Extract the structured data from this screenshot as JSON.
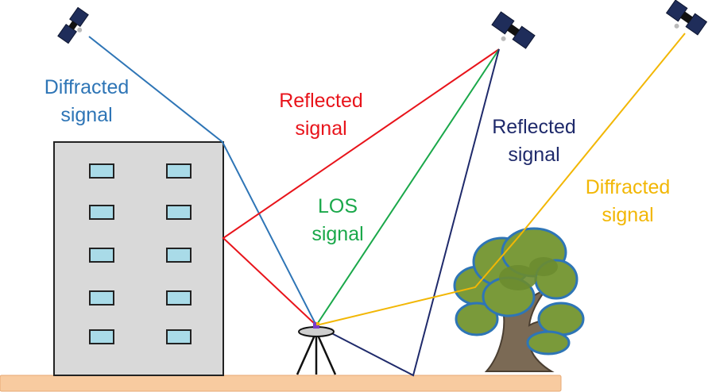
{
  "labels": {
    "diffracted_building": {
      "line1": "Diffracted",
      "line2": "signal"
    },
    "reflected_building": {
      "line1": "Reflected",
      "line2": "signal"
    },
    "los": {
      "line1": "LOS",
      "line2": "signal"
    },
    "reflected_ground": {
      "line1": "Reflected",
      "line2": "signal"
    },
    "diffracted_tree": {
      "line1": "Diffracted",
      "line2": "signal"
    }
  },
  "colors": {
    "diffracted_building": "#2e75b6",
    "reflected_building": "#e8141b",
    "los": "#1aa84a",
    "reflected_ground": "#1f2a6b",
    "diffracted_tree": "#f2b705",
    "building_fill": "#d9d9d9",
    "window_fill": "#a9dbe8",
    "ground_fill": "#f8cba0",
    "satellite_body": "#1f2d5a"
  },
  "icons": [
    "satellite-icon",
    "building-icon",
    "antenna-receiver-icon",
    "tree-icon"
  ]
}
